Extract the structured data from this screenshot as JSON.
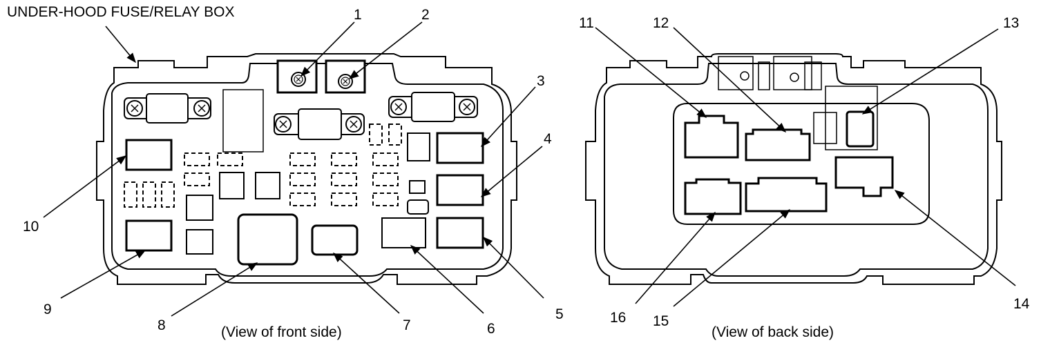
{
  "title": "UNDER-HOOD FUSE/RELAY BOX",
  "front_caption": "(View of front side)",
  "back_caption": "(View of back side)",
  "callouts": {
    "c1": "1",
    "c2": "2",
    "c3": "3",
    "c4": "4",
    "c5": "5",
    "c6": "6",
    "c7": "7",
    "c8": "8",
    "c9": "9",
    "c10": "10",
    "c11": "11",
    "c12": "12",
    "c13": "13",
    "c14": "14",
    "c15": "15",
    "c16": "16"
  }
}
